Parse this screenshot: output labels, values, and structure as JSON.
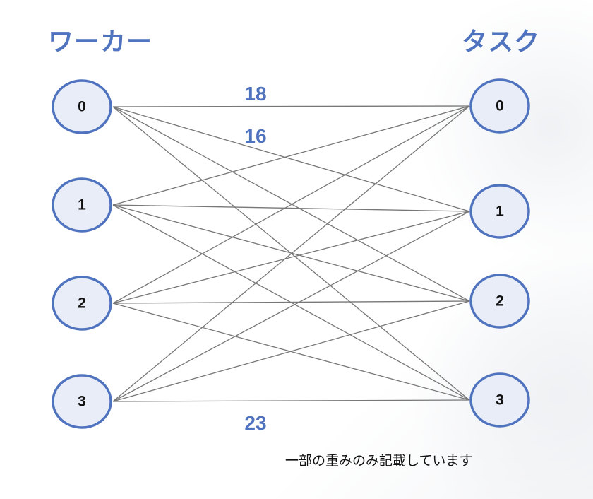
{
  "titles": {
    "workers": "ワーカー",
    "tasks": "タスク"
  },
  "workers": [
    "0",
    "1",
    "2",
    "3"
  ],
  "tasks": [
    "0",
    "1",
    "2",
    "3"
  ],
  "weights": [
    {
      "worker": 0,
      "task": 0,
      "value": "18"
    },
    {
      "worker": 0,
      "task": 1,
      "value": "16"
    },
    {
      "worker": 3,
      "task": 3,
      "value": "23"
    }
  ],
  "note": "一部の重みのみ記載しています",
  "colors": {
    "accent": "#4f73be",
    "node_fill": "#e9edf7",
    "edge": "#777777"
  }
}
